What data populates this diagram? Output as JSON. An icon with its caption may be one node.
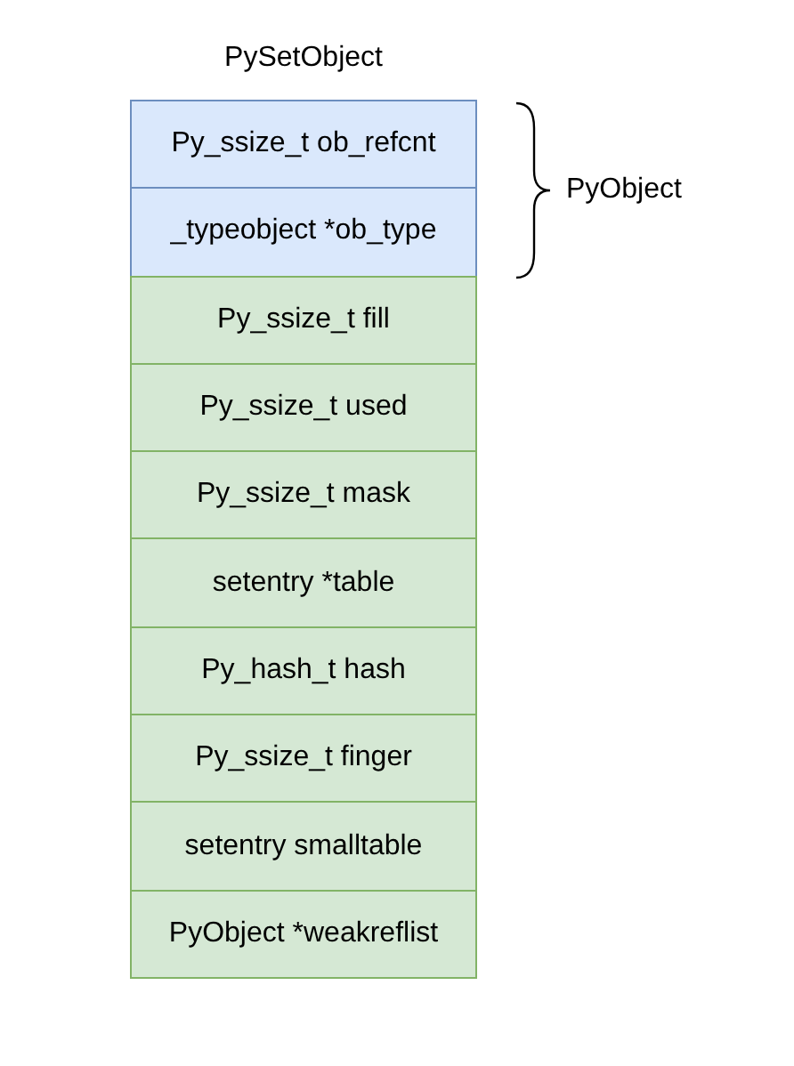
{
  "diagram": {
    "nodes": [
      {
        "text": [
          "PySetObject"
        ]
      },
      {
        "text": [
          "Py_ssize_t ob_refcnt"
        ],
        "in": 0
      },
      {
        "text": [
          "_typeobject *ob_type"
        ],
        "in": 0
      },
      {
        "text": [
          "Py_ssize_t fill"
        ],
        "in": 0
      },
      {
        "text": [
          "Py_ssize_t used"
        ],
        "in": 0
      },
      {
        "text": [
          "Py_ssize_t mask"
        ],
        "in": 0
      },
      {
        "text": [
          "setentry *table"
        ],
        "in": 0
      },
      {
        "text": [
          "Py_hash_t hash"
        ],
        "in": 0
      },
      {
        "text": [
          "Py_ssize_t finger"
        ],
        "in": 0
      },
      {
        "text": [
          "setentry smalltable"
        ],
        "in": 0
      },
      {
        "text": [
          "PyObject *weakreflist"
        ],
        "in": 0
      }
    ],
    "edges": [],
    "labels": [
      "PyObject"
    ]
  }
}
